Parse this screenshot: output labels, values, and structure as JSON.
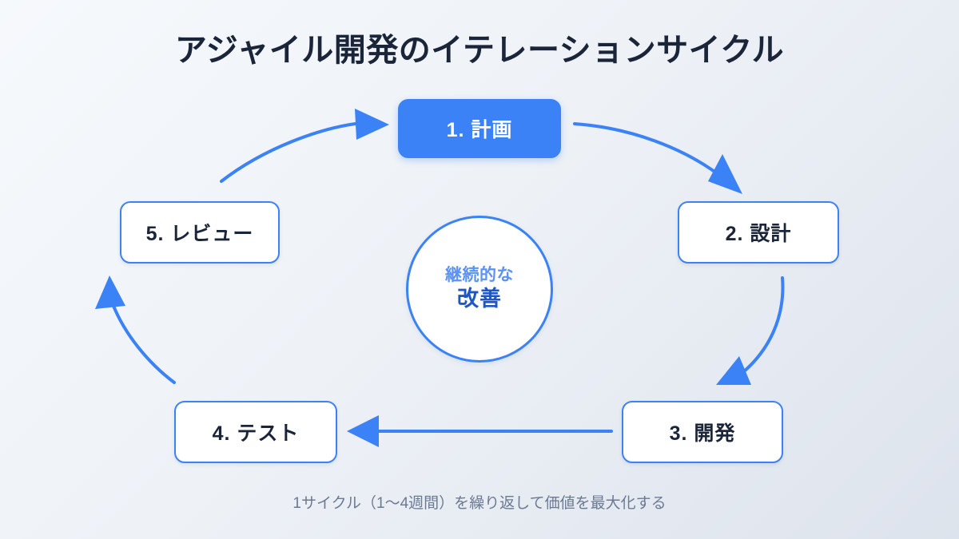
{
  "header": {
    "title": "アジャイル開発のイテレーションサイクル"
  },
  "diagram": {
    "type": "cycle",
    "accent_color": "#3b82f6",
    "title_color": "#1b2539",
    "background_gradient": [
      "#f6f9fc",
      "#dde3ec"
    ],
    "nodes": [
      {
        "id": "plan",
        "label": "1. 計画",
        "style": "filled",
        "position": "top"
      },
      {
        "id": "design",
        "label": "2. 設計",
        "style": "outline",
        "position": "right-top"
      },
      {
        "id": "dev",
        "label": "3. 開発",
        "style": "outline",
        "position": "right-bottom"
      },
      {
        "id": "test",
        "label": "4. テスト",
        "style": "outline",
        "position": "left-bottom"
      },
      {
        "id": "review",
        "label": "5. レビュー",
        "style": "outline",
        "position": "left-top"
      }
    ],
    "arrows": [
      {
        "from": "plan",
        "to": "design",
        "shape": "curved"
      },
      {
        "from": "design",
        "to": "dev",
        "shape": "curved"
      },
      {
        "from": "dev",
        "to": "test",
        "shape": "straight"
      },
      {
        "from": "test",
        "to": "review",
        "shape": "curved"
      },
      {
        "from": "review",
        "to": "plan",
        "shape": "curved"
      }
    ],
    "center": {
      "line1": "継続的な",
      "line2": "改善",
      "line1_color": "#5b92f5",
      "line2_color": "#1f56c4"
    }
  },
  "footer": {
    "caption": "1サイクル（1〜4週間）を繰り返して価値を最大化する",
    "caption_color": "#6b7a93"
  }
}
